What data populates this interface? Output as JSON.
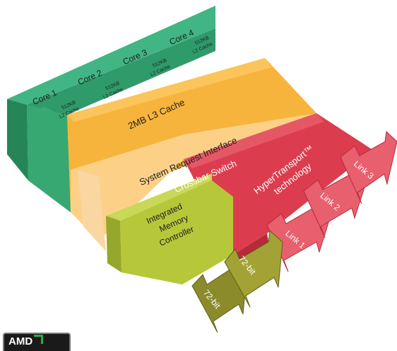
{
  "colors": {
    "green": "#2f9a6a",
    "orange": "#f7b43c",
    "red": "#dc3d4e",
    "lime": "#b6c83a",
    "olive": "#8c8b2b"
  },
  "blocks": {
    "cores": [
      "Core 1",
      "Core 2",
      "Core 3",
      "Core 4"
    ],
    "cache_line1": "512KB",
    "cache_line2": "L2 Cache",
    "l3": "2MB L3 Cache",
    "sri": "System Request Interface",
    "crossbar": "Crossbar Switch",
    "ht_line1": "HyperTransport™",
    "ht_line2": "technology",
    "imc_line1": "Integrated",
    "imc_line2": "Memory",
    "imc_line3": "Controller"
  },
  "links": [
    "Link 1",
    "Link 2",
    "Link 3"
  ],
  "memory_buses": [
    "72-bit",
    "72-bit"
  ],
  "logo": {
    "text": "AMD",
    "icon": "amd-arrow-icon"
  }
}
